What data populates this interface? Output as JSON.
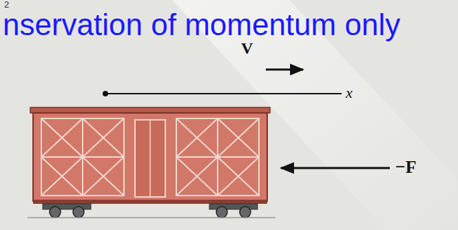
{
  "diagram": {
    "title": "nservation of momentum only",
    "labels": [
      "2",
      "V",
      "x",
      "−F"
    ]
  }
}
